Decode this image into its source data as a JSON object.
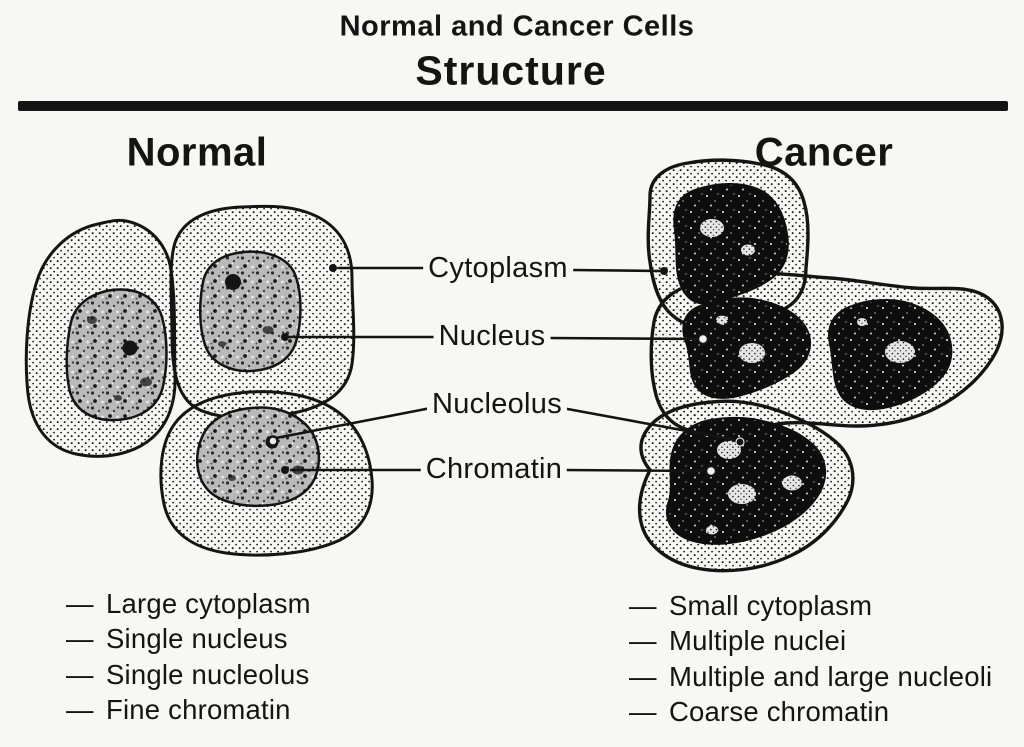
{
  "title": {
    "subtitle": "Normal and Cancer Cells",
    "main": "Structure"
  },
  "sections": {
    "left_header": "Normal",
    "right_header": "Cancer"
  },
  "part_labels": {
    "cytoplasm": "Cytoplasm",
    "nucleus": "Nucleus",
    "nucleolus": "Nucleolus",
    "chromatin": "Chromatin"
  },
  "list_marker": "—",
  "features": {
    "normal": [
      "Large cytoplasm",
      "Single nucleus",
      "Single nucleolus",
      "Fine chromatin"
    ],
    "cancer": [
      "Small cytoplasm",
      "Multiple nuclei",
      "Multiple and large nucleoli",
      "Coarse chromatin"
    ]
  },
  "colors": {
    "ink": "#141414",
    "paper": "#f7f7f5",
    "nucleus_gray": "#b9b9b9",
    "nucleus_black": "#0e0e0e"
  }
}
